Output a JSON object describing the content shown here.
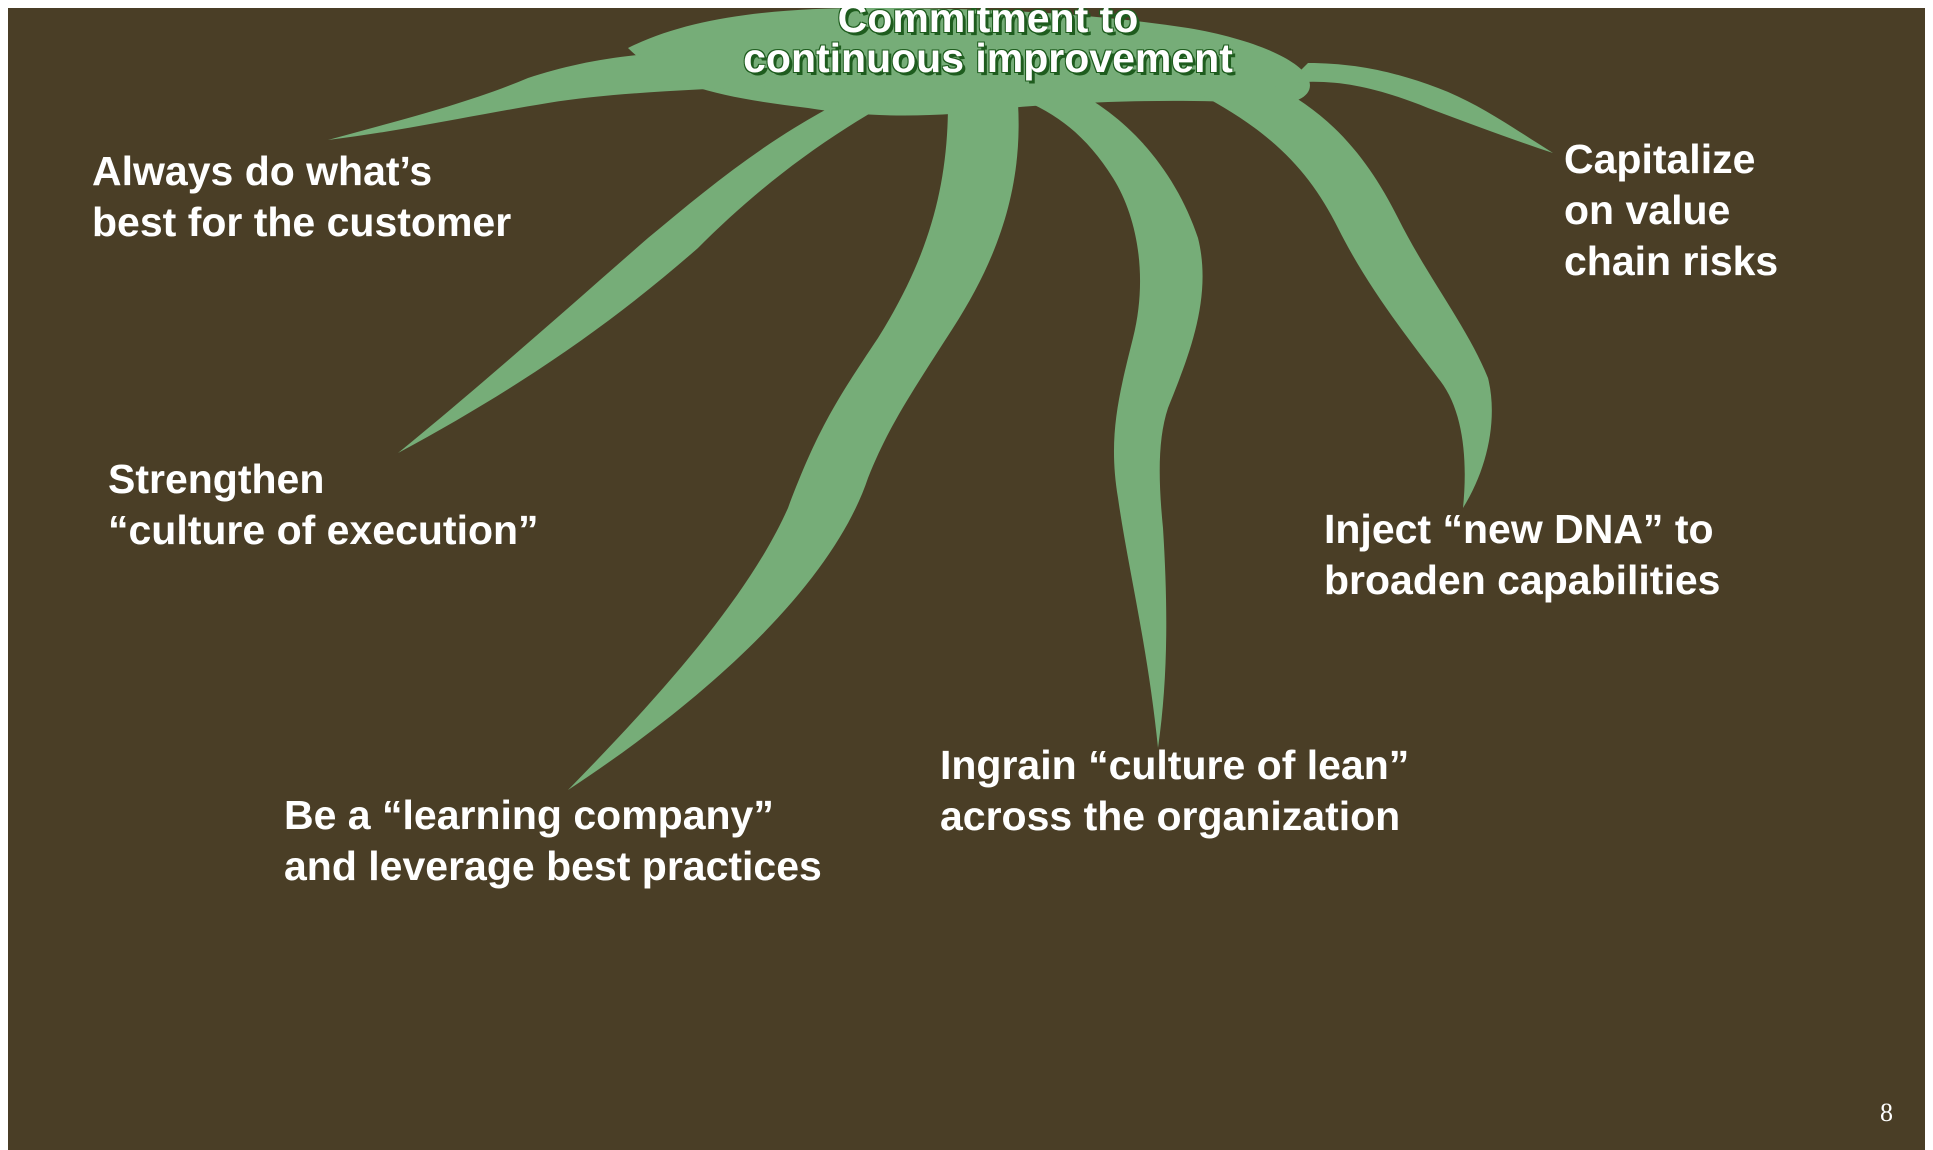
{
  "title": "Commitment to\ncontinuous improvement",
  "branches": [
    {
      "id": "customer",
      "text": "Always do what’s\nbest for the customer"
    },
    {
      "id": "execution",
      "text": "Strengthen\n“culture of execution”"
    },
    {
      "id": "learning",
      "text": "Be a “learning company”\nand leverage best practices"
    },
    {
      "id": "lean",
      "text": "Ingrain “culture of lean”\nacross the organization"
    },
    {
      "id": "dna",
      "text": "Inject “new DNA” to\nbroaden capabilities"
    },
    {
      "id": "value-chain",
      "text": "Capitalize\non value\nchain risks"
    }
  ],
  "page_number": "8",
  "colors": {
    "background": "#4a3e26",
    "roots": "#76ad78",
    "text": "#ffffff",
    "title_shadow": "#1e5c1e"
  }
}
